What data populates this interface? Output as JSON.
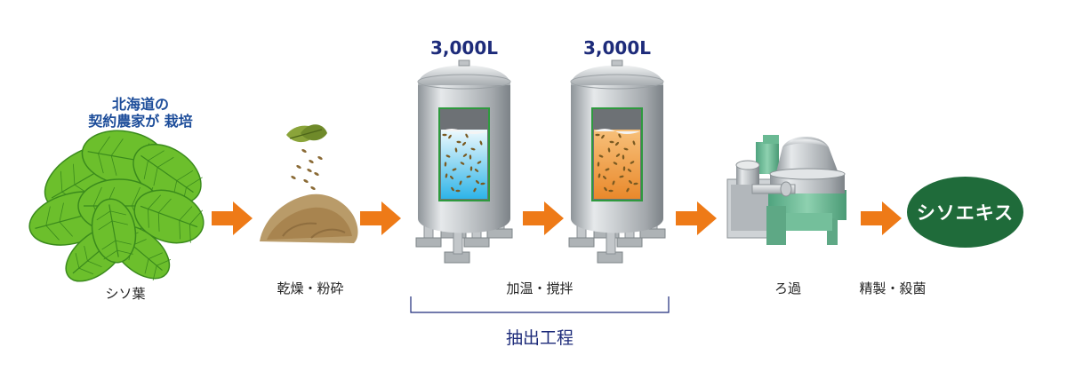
{
  "colors": {
    "arrow": "#ee7a17",
    "navy": "#1d2b7a",
    "leaf": "#6cbf2c",
    "leaf_dark": "#3a8a1c",
    "extract_bg": "#1f6b3a",
    "caption": "#1d4d9a"
  },
  "origin": {
    "line1": "北海道の",
    "line2": "契約農家が 栽培"
  },
  "steps": {
    "shiso": "シソ葉",
    "dry": "乾燥・粉砕",
    "heat": "加温・撹拌",
    "filter": "ろ過",
    "refine": "精製・殺菌"
  },
  "tanks": [
    {
      "volume": "3,000L",
      "liquid": "water"
    },
    {
      "volume": "3,000L",
      "liquid": "extract"
    }
  ],
  "extraction_label": "抽出工程",
  "product": "シソエキス"
}
